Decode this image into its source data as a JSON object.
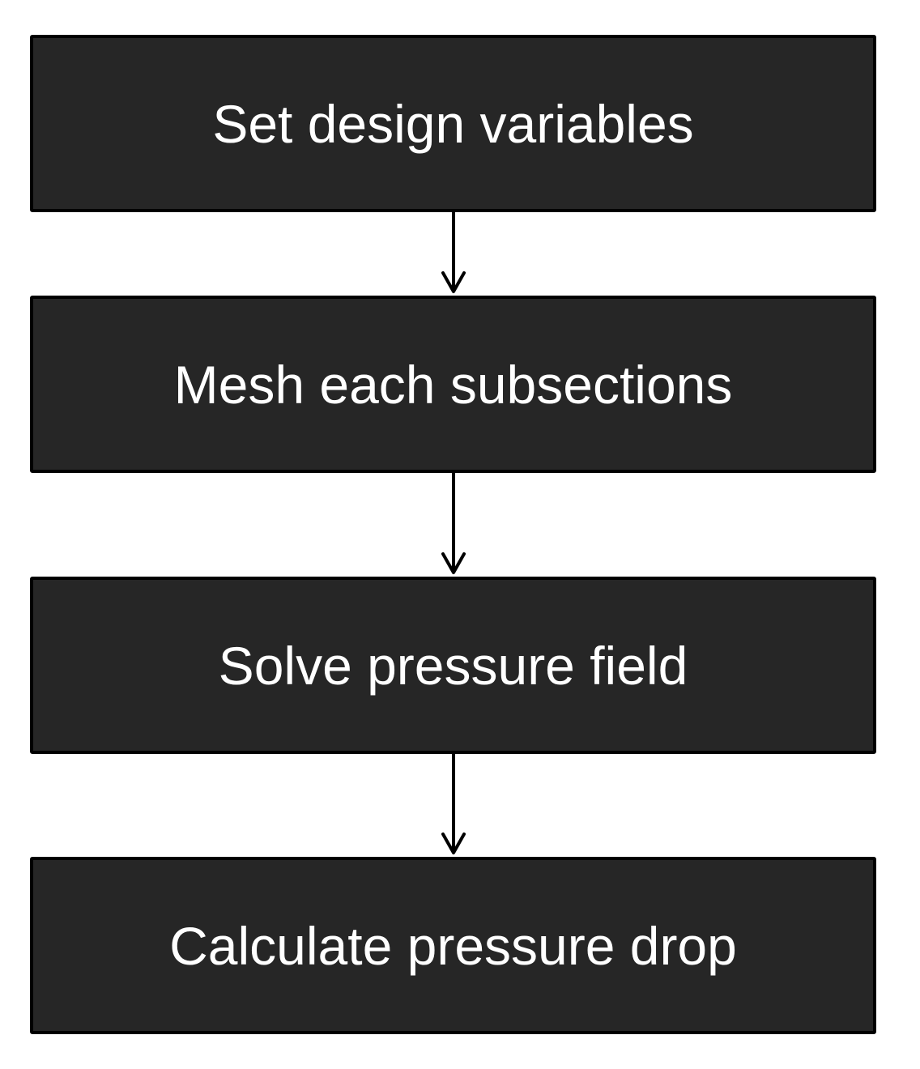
{
  "flowchart": {
    "steps": [
      {
        "label": "Set design variables"
      },
      {
        "label": "Mesh each subsections"
      },
      {
        "label": "Solve pressure field"
      },
      {
        "label": "Calculate pressure drop"
      }
    ],
    "colors": {
      "box_fill": "#262626",
      "box_border": "#000000",
      "text": "#ffffff",
      "arrow": "#000000",
      "background": "#ffffff"
    }
  }
}
